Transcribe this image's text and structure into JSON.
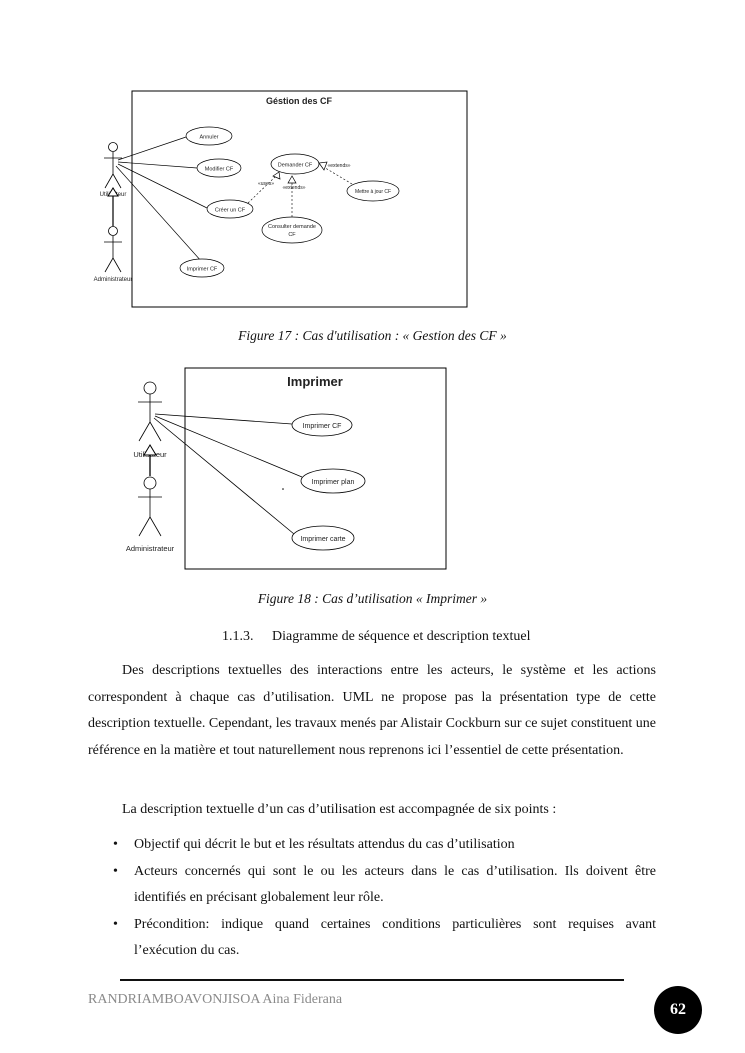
{
  "figure17": {
    "system_title": "Géstion des CF",
    "actors": {
      "user": "Utilisateur",
      "admin": "Administrateur"
    },
    "use_cases": {
      "annuler": "Annuler",
      "modifier": "Modifier CF",
      "demander": "Demander  CF",
      "mettre_a_jour": "Mettre à jour CF",
      "creer": "Créer un CF",
      "consulter_line1": "Consulter demande",
      "consulter_line2": "CF",
      "imprimer": "Imprimer CF"
    },
    "stereotypes": {
      "uses": "«uses»",
      "extends1": "«extends»",
      "extends2": "«extends»"
    },
    "caption": "Figure 17 : Cas d'utilisation : « Gestion des CF »"
  },
  "figure18": {
    "system_title": "Imprimer",
    "actors": {
      "user": "Utilisateur",
      "admin": "Administrateur"
    },
    "use_cases": {
      "imprimer_cf": "Imprimer CF",
      "imprimer_plan": "Imprimer  plan",
      "imprimer_carte": "Imprimer carte"
    },
    "caption": "Figure 18 : Cas d’utilisation « Imprimer »"
  },
  "section": {
    "number": "1.1.3.",
    "title": "Diagramme de séquence et description textuel"
  },
  "paragraphs": {
    "p1": "Des descriptions textuelles des interactions entre les acteurs, le système et les actions correspondent à chaque cas d’utilisation. UML ne propose pas la présentation type de cette description textuelle. Cependant, les travaux menés par Alistair Cockburn sur ce sujet constituent une référence en la matière et tout naturellement nous reprenons ici l’essentiel de cette présentation.",
    "p2": "La description textuelle d’un cas d’utilisation est accompagnée de six points :"
  },
  "bullets": {
    "b1": "Objectif qui décrit le but et les résultats attendus du cas d’utilisation",
    "b2": "Acteurs concernés qui sont le ou les acteurs dans le cas d’utilisation. Ils doivent être identifiés en précisant globalement leur rôle.",
    "b3": "Précondition: indique quand certaines conditions particulières sont requises avant l’exécution du cas.",
    "symbol": "•"
  },
  "footer": {
    "author": "RANDRIAMBOAVONJISOA Aina Fiderana",
    "page_number": "62"
  }
}
